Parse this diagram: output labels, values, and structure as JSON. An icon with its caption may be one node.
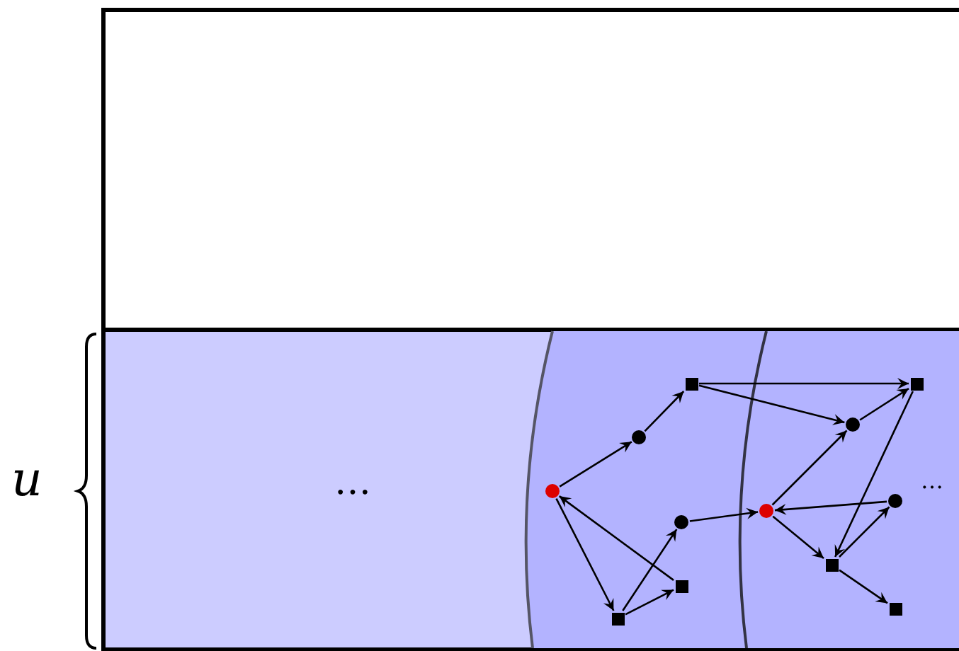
{
  "diagram": {
    "nodes": [
      {
        "text": [],
        "shape": "circle"
      },
      {
        "text": [],
        "shape": "circle"
      },
      {
        "text": [],
        "shape": "square"
      },
      {
        "text": [],
        "shape": "circle"
      },
      {
        "text": [],
        "shape": "square"
      },
      {
        "text": [],
        "shape": "square"
      },
      {
        "text": [],
        "shape": "square"
      },
      {
        "text": [],
        "shape": "circle"
      },
      {
        "text": [],
        "shape": "circle"
      },
      {
        "text": [],
        "shape": "circle"
      },
      {
        "text": [],
        "shape": "square"
      },
      {
        "text": [],
        "shape": "square"
      }
    ],
    "edges": [
      {
        "from": 0,
        "to": 1,
        "arrow": "to"
      },
      {
        "from": 1,
        "to": 2,
        "arrow": "to"
      },
      {
        "from": 0,
        "to": 5,
        "arrow": "to"
      },
      {
        "from": 4,
        "to": 0,
        "arrow": "to"
      },
      {
        "from": 5,
        "to": 4,
        "arrow": "to"
      },
      {
        "from": 5,
        "to": 3,
        "arrow": "to"
      },
      {
        "from": 3,
        "to": 8,
        "arrow": "to"
      },
      {
        "from": 2,
        "to": 6,
        "arrow": "to"
      },
      {
        "from": 2,
        "to": 7,
        "arrow": "to"
      },
      {
        "from": 7,
        "to": 6,
        "arrow": "to"
      },
      {
        "from": 8,
        "to": 7,
        "arrow": "to"
      },
      {
        "from": 9,
        "to": 8,
        "arrow": "to"
      },
      {
        "from": 8,
        "to": 10,
        "arrow": "to"
      },
      {
        "from": 6,
        "to": 10,
        "arrow": "to"
      },
      {
        "from": 10,
        "to": 9,
        "arrow": "to"
      },
      {
        "from": 10,
        "to": 11,
        "arrow": "to"
      }
    ],
    "labels": [
      "u",
      "…",
      "…"
    ]
  }
}
